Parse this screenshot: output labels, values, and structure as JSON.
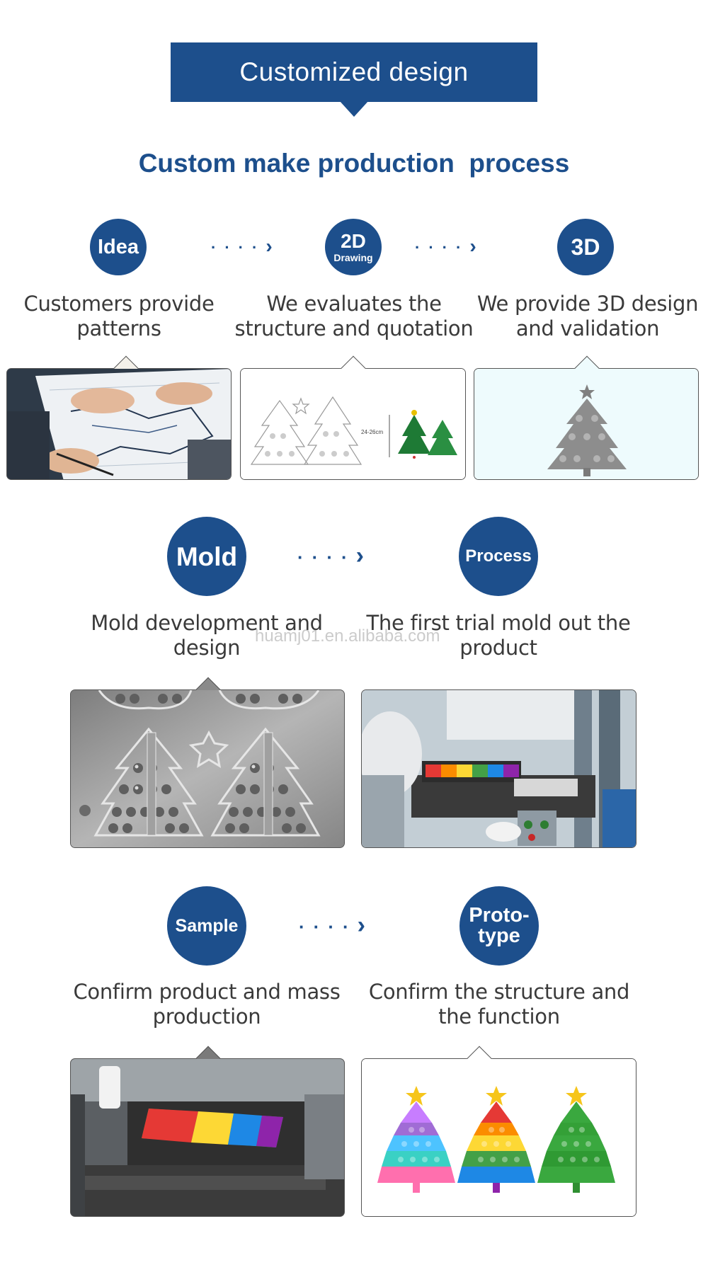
{
  "header": {
    "banner_title": "Customized design",
    "subtitle": "Custom make production  process"
  },
  "row1": {
    "steps": [
      {
        "circle_label": "Idea",
        "description_line1": "Customers provide",
        "description_line2": "patterns"
      },
      {
        "circle_label": "2D",
        "circle_sublabel": "Drawing",
        "description_line1": "We evaluates the",
        "description_line2": "structure and quotation"
      },
      {
        "circle_label": "3D",
        "description_line1": "We provide 3D design",
        "description_line2": "and validation"
      }
    ],
    "drawing_dimension": "24-26cm"
  },
  "row2": {
    "steps": [
      {
        "circle_label": "Mold",
        "description_line1": "Mold development and",
        "description_line2": "design"
      },
      {
        "circle_label": "Process",
        "description_line1": "The first trial mold out the",
        "description_line2": "product"
      }
    ]
  },
  "row3": {
    "steps": [
      {
        "circle_label": "Sample",
        "description_line1": "Confirm product and mass",
        "description_line2": "production"
      },
      {
        "circle_label_line1": "Proto-",
        "circle_label_line2": "type",
        "description_line1": "Confirm the structure and",
        "description_line2": "the function"
      }
    ]
  },
  "watermark": "huamj01.en.alibaba.com",
  "colors": {
    "brand_blue": "#1d4f8c",
    "text": "#3a3a3a",
    "card_border": "#555555",
    "light_cyan": "#eefbfd"
  }
}
